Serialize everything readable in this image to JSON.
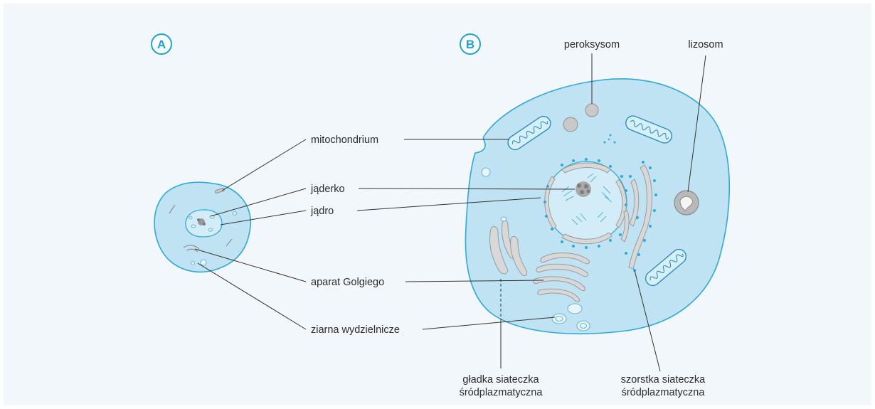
{
  "badges": {
    "a": "A",
    "b": "B"
  },
  "labels": {
    "mitochondrium": "mitochondrium",
    "jaderko": "jąderko",
    "jadro": "jądro",
    "aparat_golgiego": "aparat Golgiego",
    "ziarna": "ziarna wydzielnicze",
    "peroksysom": "peroksysom",
    "lizosom": "lizosom",
    "gladka_line1": "gładka siateczka",
    "gladka_line2": "śródplazmatyczna",
    "szorstka_line1": "szorstka siateczka",
    "szorstka_line2": "śródplazmatyczna"
  },
  "colors": {
    "accent": "#1aa4d6",
    "cell_fill": "#bfe3f3",
    "background": "#f1f7fb"
  }
}
